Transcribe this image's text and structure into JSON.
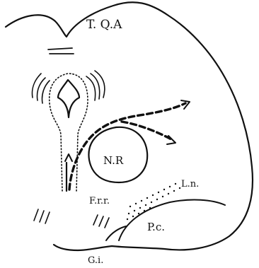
{
  "labels": {
    "tqa": "T. Q.A",
    "nr": "N.R",
    "frr": "F.r.r.",
    "ln": "L.n.",
    "pc": "P.c.",
    "gi": "G.i."
  },
  "colors": {
    "ink": "#111111",
    "paper": "#ffffff"
  }
}
